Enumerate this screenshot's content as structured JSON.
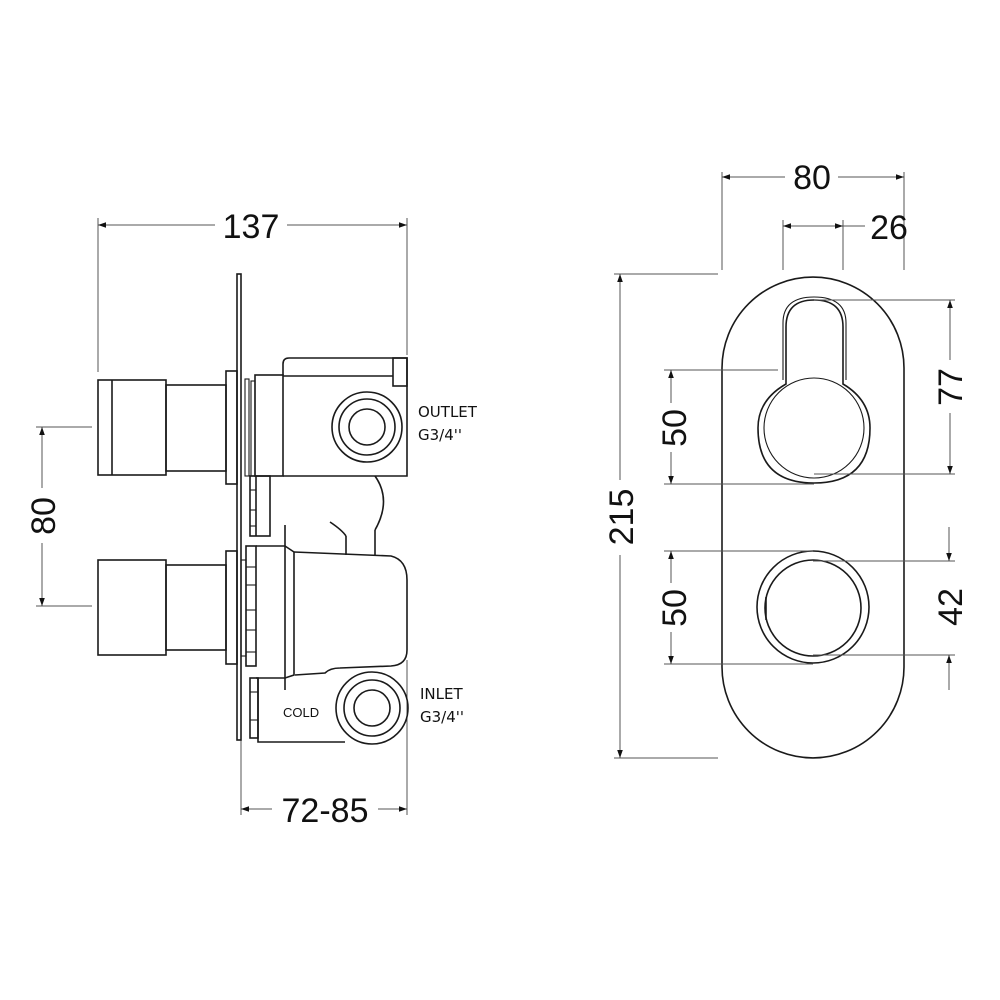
{
  "drawing": {
    "type": "technical-dimension-drawing",
    "subject": "twin shower valve with concealed body",
    "colors": {
      "line": "#1a1a1a",
      "dimension": "#555555",
      "background": "#ffffff"
    }
  },
  "side_view": {
    "dimensions": {
      "overall_depth": "137",
      "handle_spacing": "80",
      "wall_depth_range": "72-85"
    },
    "labels": {
      "outlet_title": "OUTLET",
      "outlet_thread": "G3/4''",
      "inlet_title": "INLET",
      "inlet_thread": "G3/4''",
      "cold": "COLD"
    }
  },
  "front_view": {
    "dimensions": {
      "plate_width": "80",
      "handle_offset": "26",
      "plate_height": "215",
      "upper_handle_height": "50",
      "lower_handle_height": "50",
      "upper_lever_height": "77",
      "lower_knob_diameter": "42"
    }
  }
}
